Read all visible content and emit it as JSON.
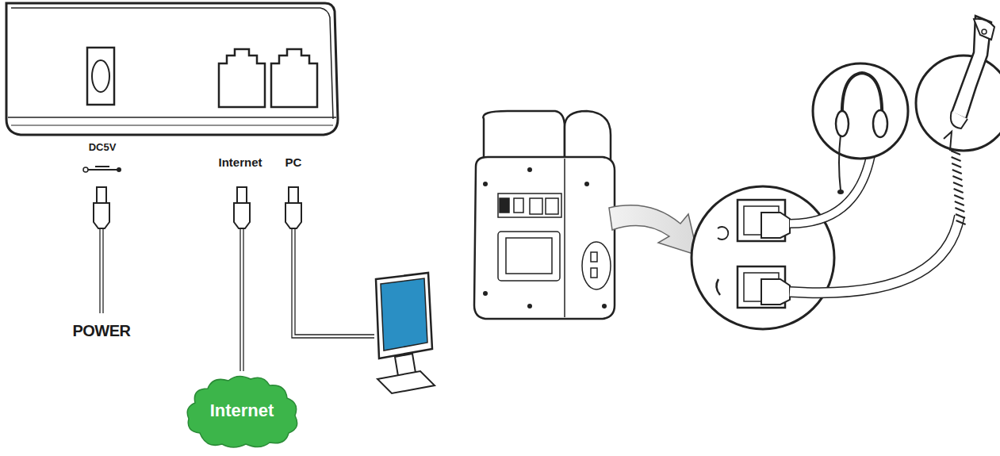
{
  "diagram": {
    "nodes": [
      {
        "text": [
          "Internet"
        ]
      }
    ],
    "labels": [
      "DC5V",
      "Internet",
      "PC",
      "POWER"
    ]
  }
}
